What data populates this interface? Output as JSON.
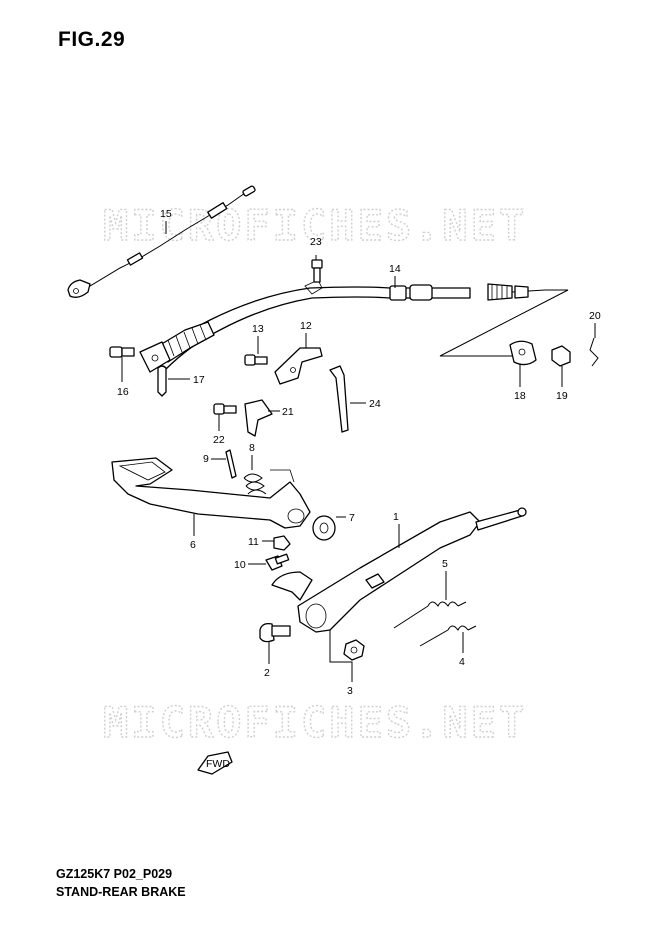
{
  "figure": {
    "title": "FIG.29",
    "model_code": "GZ125K7 P02_P029",
    "caption": "STAND-REAR BRAKE"
  },
  "watermark": {
    "text": "MICROFICHES.NET",
    "color": "#cfcfcf"
  },
  "fwd_label": "FWD",
  "callouts": {
    "c1": "1",
    "c2": "2",
    "c3": "3",
    "c4": "4",
    "c5": "5",
    "c6": "6",
    "c7": "7",
    "c8": "8",
    "c9": "9",
    "c10": "10",
    "c11": "11",
    "c12": "12",
    "c13": "13",
    "c14": "14",
    "c15": "15",
    "c16": "16",
    "c17": "17",
    "c18": "18",
    "c19": "19",
    "c20": "20",
    "c21": "21",
    "c22": "22",
    "c23": "23",
    "c24": "24"
  }
}
